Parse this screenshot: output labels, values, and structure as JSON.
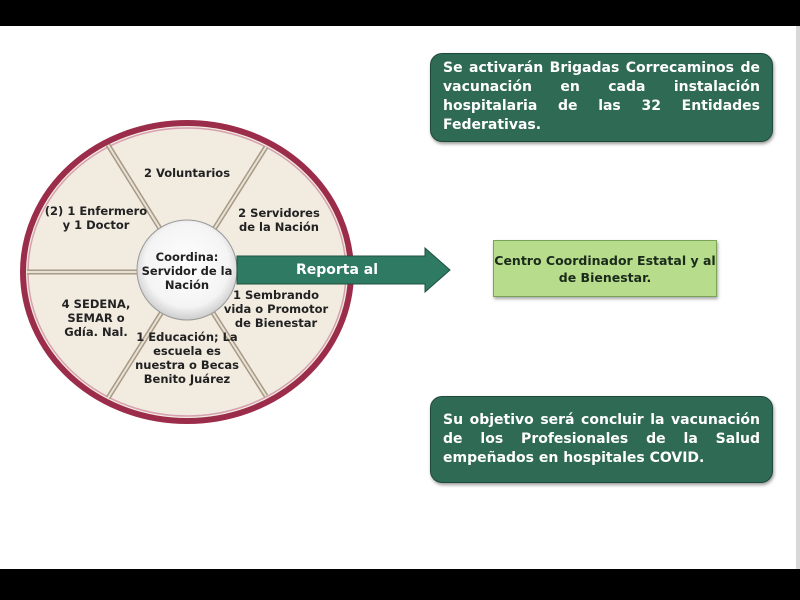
{
  "wheel": {
    "center": "Coordina: Servidor de la Nación",
    "segments": [
      {
        "label": "2 Voluntarios"
      },
      {
        "label": "2 Servidores de la Nación"
      },
      {
        "label": "1 Sembrando vida o Promotor de Bienestar"
      },
      {
        "label": "1 Educación; La escuela es nuestra o Becas Benito Juárez"
      },
      {
        "label": "4 SEDENA, SEMAR o Gdía. Nal."
      },
      {
        "label": "(2) 1 Enfermero y 1 Doctor"
      }
    ]
  },
  "arrow_label": "Reporta al",
  "top_box": "Se activarán Brigadas Correcaminos de vacunación en cada instalación hospitalaria de las 32 Entidades Federativas.",
  "middle_box": "Centro Coordinador Estatal y al de Bienestar.",
  "bottom_box": "Su objetivo será concluir la vacunación de los Profesionales de la Salud empeñados en hospitales COVID.",
  "colors": {
    "dark_green": "#2f6a55",
    "light_green": "#b7dc8c",
    "wheel_rim": "#9b2d4a",
    "wheel_fill": "#f1ebe0"
  }
}
